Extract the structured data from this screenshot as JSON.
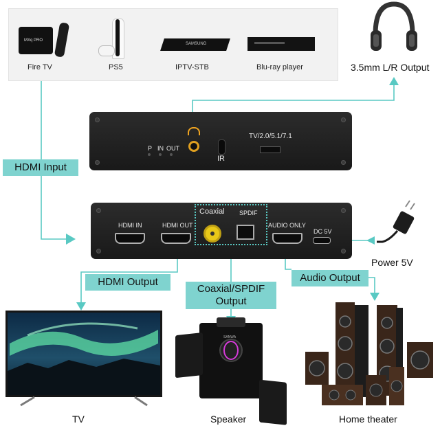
{
  "sources": [
    {
      "label": "Fire TV",
      "device_text": "MXq PRO"
    },
    {
      "label": "PS5"
    },
    {
      "label": "IPTV-STB",
      "device_text": "SAMSUNG"
    },
    {
      "label": "Blu-ray player"
    }
  ],
  "labels": {
    "hdmi_input": "HDMI Input",
    "headphone_output": "3.5mm L/R Output",
    "power": "Power 5V",
    "hdmi_output": "HDMI Output",
    "coaxial_spdif_line1": "Coaxial/SPDIF",
    "coaxial_spdif_line2": "Output",
    "audio_output": "Audio Output"
  },
  "back_panel": {
    "p": "P",
    "in": "IN",
    "out": "OUT",
    "ir": "IR",
    "mode": "TV/2.0/5.1/7.1"
  },
  "front_panel": {
    "hdmi_in": "HDMI IN",
    "hdmi_out": "HDMI OUT",
    "coaxial": "Coaxial",
    "spdif": "SPDIF",
    "audio_only": "AUDIO ONLY",
    "dc": "DC 5V"
  },
  "outputs": {
    "tv": "TV",
    "speaker": "Speaker",
    "home_theater": "Home theater",
    "speaker_brand": "SANWA"
  },
  "colors": {
    "accent": "#59c9c3",
    "label_bg": "#7fd3cf",
    "device": "#222222"
  }
}
